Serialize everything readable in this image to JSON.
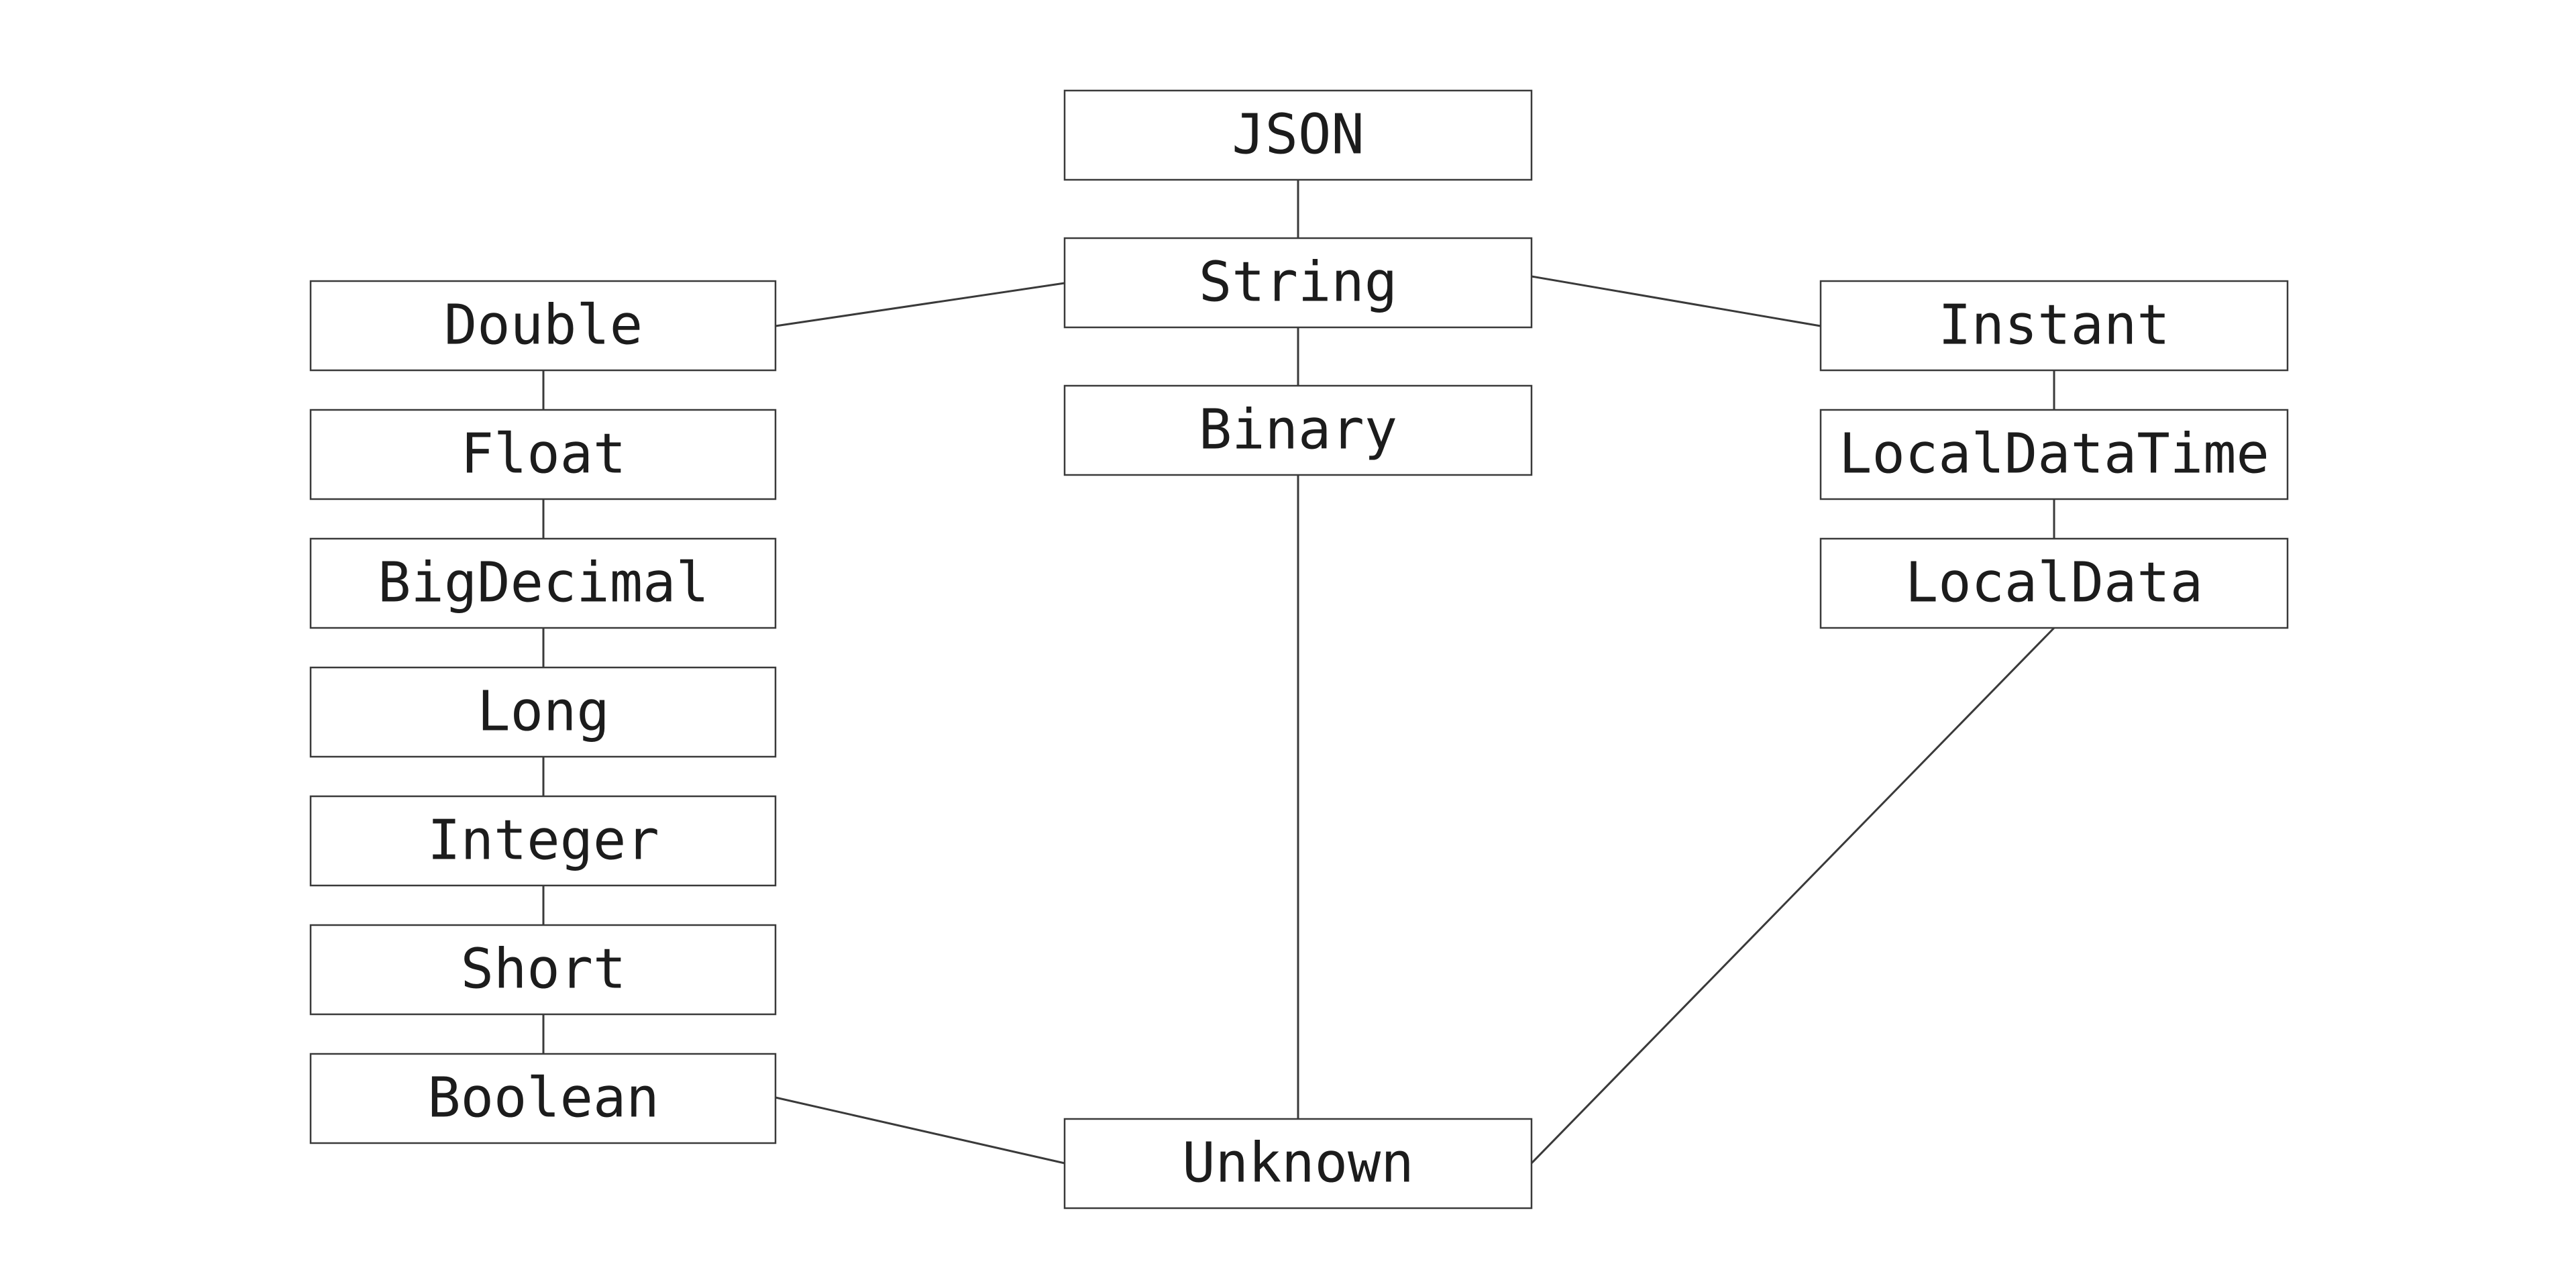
{
  "diagram": {
    "nodes": {
      "json": "JSON",
      "string": "String",
      "binary": "Binary",
      "unknown": "Unknown",
      "double": "Double",
      "float": "Float",
      "bigdecimal": "BigDecimal",
      "long": "Long",
      "integer": "Integer",
      "short": "Short",
      "boolean": "Boolean",
      "instant": "Instant",
      "localdatatime": "LocalDataTime",
      "localdata": "LocalData"
    },
    "edges": [
      [
        "json",
        "string"
      ],
      [
        "string",
        "binary"
      ],
      [
        "string",
        "double"
      ],
      [
        "string",
        "instant"
      ],
      [
        "binary",
        "unknown"
      ],
      [
        "double",
        "float"
      ],
      [
        "float",
        "bigdecimal"
      ],
      [
        "bigdecimal",
        "long"
      ],
      [
        "long",
        "integer"
      ],
      [
        "integer",
        "short"
      ],
      [
        "short",
        "boolean"
      ],
      [
        "boolean",
        "unknown"
      ],
      [
        "instant",
        "localdatatime"
      ],
      [
        "localdatatime",
        "localdata"
      ],
      [
        "localdata",
        "unknown"
      ]
    ],
    "colors": {
      "stroke": "#3a3a3a",
      "text": "#1c1c1c",
      "background": "#ffffff"
    }
  }
}
